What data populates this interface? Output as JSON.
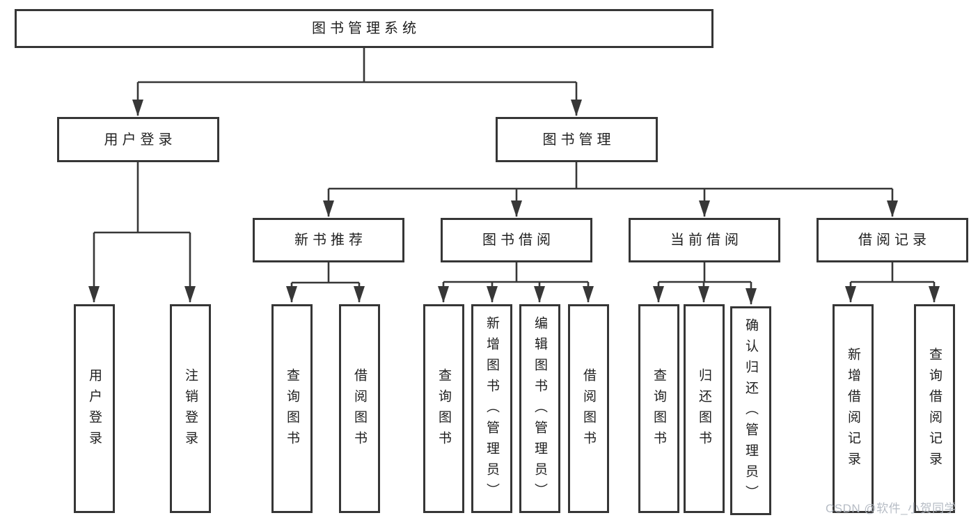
{
  "tree": {
    "root": {
      "label": "图书管理系统"
    },
    "branches": [
      {
        "label": "用户登录",
        "children": [
          {
            "label": "用户登录"
          },
          {
            "label": "注销登录"
          }
        ]
      },
      {
        "label": "图书管理",
        "children": [
          {
            "label": "新书推荐",
            "children": [
              {
                "label": "查询图书"
              },
              {
                "label": "借阅图书"
              }
            ]
          },
          {
            "label": "图书借阅",
            "children": [
              {
                "label": "查询图书"
              },
              {
                "label": "新增图书（管理员）"
              },
              {
                "label": "编辑图书（管理员）"
              },
              {
                "label": "借阅图书"
              }
            ]
          },
          {
            "label": "当前借阅",
            "children": [
              {
                "label": "查询图书"
              },
              {
                "label": "归还图书"
              },
              {
                "label": "确认归还（管理员）"
              }
            ]
          },
          {
            "label": "借阅记录",
            "children": [
              {
                "label": "新增借阅记录"
              },
              {
                "label": "查询借阅记录"
              }
            ]
          }
        ]
      }
    ]
  },
  "watermark": "CSDN @软件_小贺同学",
  "colors": {
    "background": "#ffffff",
    "line": "#373737",
    "box_border": "#363636",
    "text": "#1f1f1f",
    "watermark_text": "#b3b9c2"
  }
}
